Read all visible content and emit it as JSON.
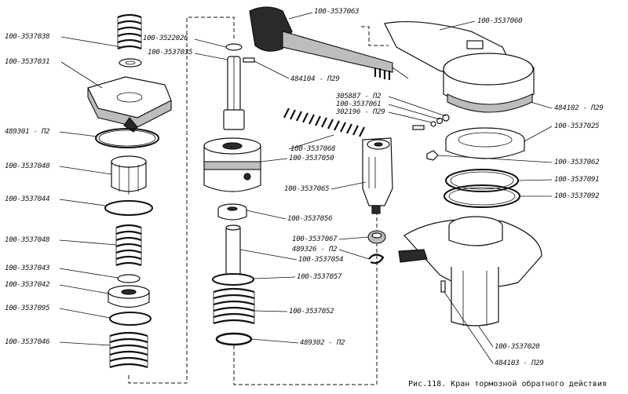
{
  "labels": {
    "l1": "100-3537038",
    "l2": "100-3537031",
    "l3": "489301 - П2",
    "l4": "100-3537040",
    "l5": "100-3537044",
    "l6": "100-3537048",
    "l7": "100-3537043",
    "l8": "100-3537042",
    "l9": "100-3537095",
    "l10": "100-3537046",
    "m1": "100-3522026",
    "m2": "100-3537035",
    "m3": "100-3537063",
    "m4": "484104 - П29",
    "m5": "100-3537068",
    "m6": "100-3537050",
    "m7": "100-3537065",
    "m8": "100-3537056",
    "m9": "100-3537067",
    "m10": "489326 - П2",
    "m11": "100-3537054",
    "m12": "100-3537057",
    "m13": "100-3537052",
    "m14": "489302 - П2",
    "r1": "100-3537060",
    "r2": "305887 - П2",
    "r3": "100-3537061",
    "r4": "302196 - П29",
    "r5": "484102 - П29",
    "r6": "100-3537025",
    "r7": "100-3537062",
    "r8": "100-3537091",
    "r9": "100-3537092",
    "r10": "100-3537020",
    "r11": "484103 - П29"
  },
  "caption": "Рис.118. Кран тормозной обратного действия"
}
